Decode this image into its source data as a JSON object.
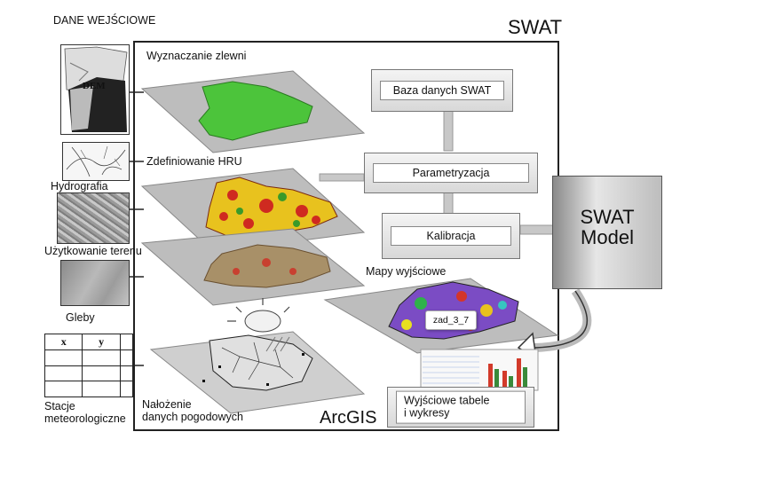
{
  "title_left": "DANE WEJŚCIOWE",
  "title_right": "SWAT",
  "left_inputs": [
    {
      "label": "DEM"
    },
    {
      "label": "Hydrografia"
    },
    {
      "label": "Użytkowanie terenu"
    },
    {
      "label": "Gleby"
    },
    {
      "label": "Stacje\nmeteorologiczne"
    }
  ],
  "station_table_headers": [
    "x",
    "y"
  ],
  "layers": {
    "watershed": "Wyznaczanie zlewni",
    "hru": "Zdefiniowanie HRU",
    "output_maps": "Mapy wyjściowe",
    "weather": "Nałożenie\ndanych pogodowych"
  },
  "boxes": {
    "db": "Baza danych SWAT",
    "param": "Parametryzacja",
    "calib": "Kalibracja",
    "model": "SWAT\nModel",
    "outputs": "Wyjściowe tabele\ni wykresy"
  },
  "arcgis_label": "ArcGIS",
  "tooltip": "zad_3_7"
}
